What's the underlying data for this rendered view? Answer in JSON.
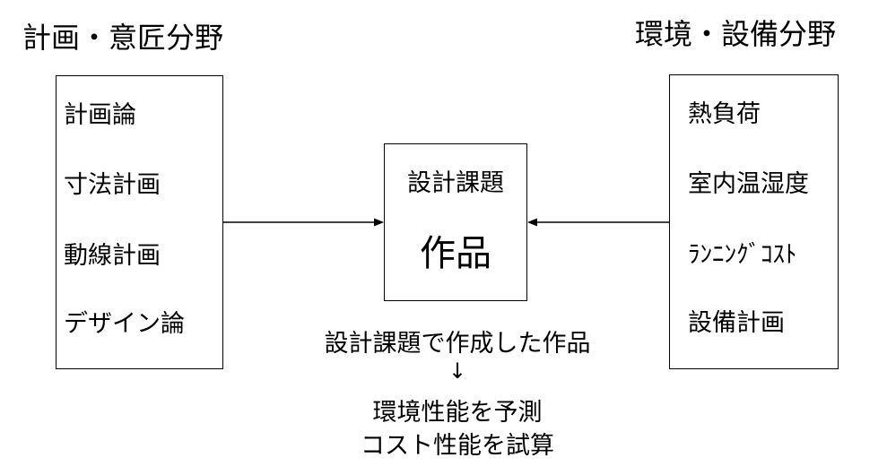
{
  "left_panel": {
    "heading": "計画・意匠分野",
    "items": [
      "計画論",
      "寸法計画",
      "動線計画",
      "デザイン論"
    ]
  },
  "right_panel": {
    "heading": "環境・設備分野",
    "items": [
      "熱負荷",
      "室内温湿度",
      "ﾗﾝﾆﾝｸﾞｺｽﾄ",
      "設備計画"
    ]
  },
  "center": {
    "title": "設計課題",
    "subtitle": "作品"
  },
  "bottom": {
    "line1": "設計課題で作成した作品",
    "arrow": "↓",
    "line2": "環境性能を予測",
    "line3": "コスト性能を試算"
  }
}
